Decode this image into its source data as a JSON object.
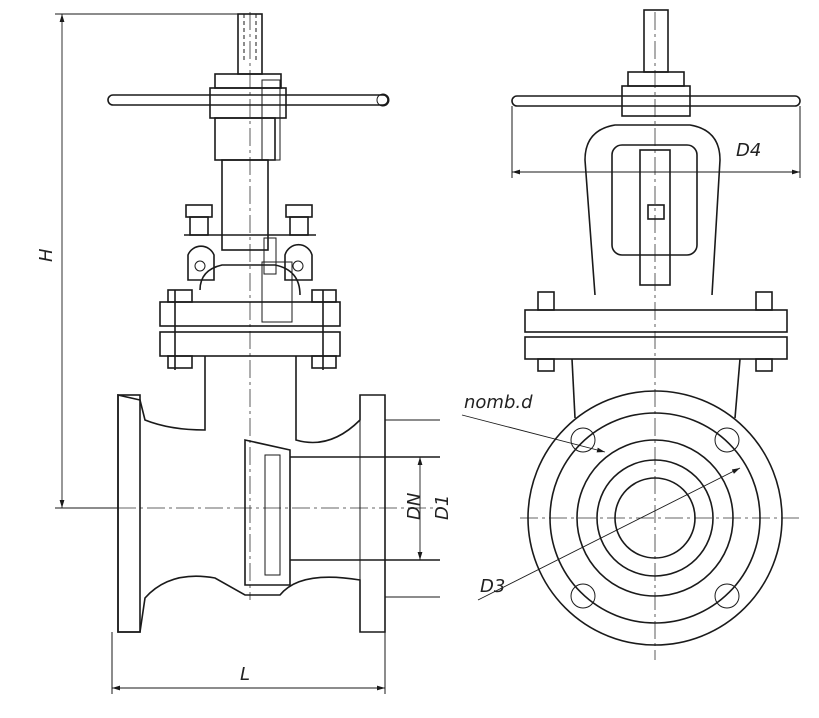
{
  "drawing": {
    "labels": {
      "height": "H",
      "length": "L",
      "nominal_diameter": "DN",
      "flange_diameter": "D1",
      "bolt_circle": "D3",
      "handwheel_diameter": "D4",
      "bolt_holes": "nomb.d"
    }
  }
}
